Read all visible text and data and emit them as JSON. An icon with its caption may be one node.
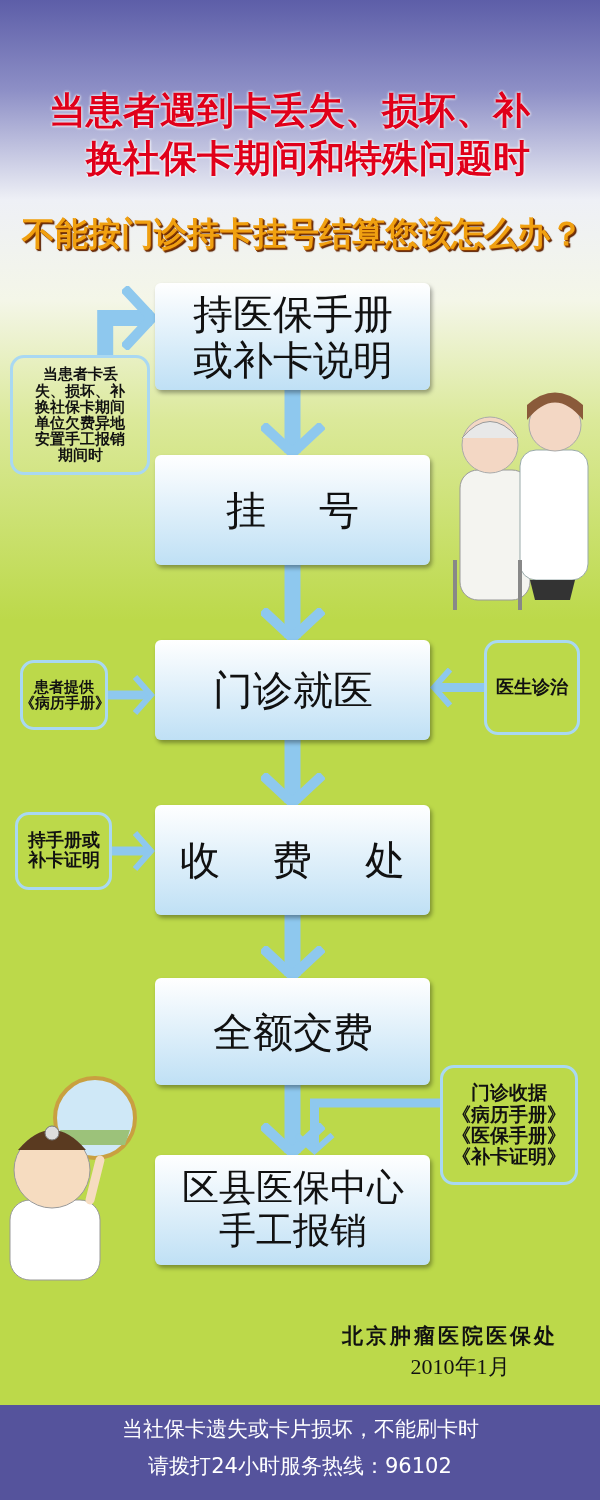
{
  "diagram": {
    "title": "当患者遇到卡丢失、损坏、补换社保卡期间和特殊问题时",
    "nodes": [
      {
        "text": [
          "持医保手册或补卡说明"
        ]
      },
      {
        "text": [
          "挂 号"
        ]
      },
      {
        "text": [
          "门诊就医"
        ]
      },
      {
        "text": [
          "收 费 处"
        ]
      },
      {
        "text": [
          "全额交费"
        ]
      },
      {
        "text": [
          "区县医保中心手工报销"
        ]
      },
      {
        "text": [
          "当患者卡丢失、损坏、补换社保卡期间单位欠费异地安置手工报销期间时"
        ]
      },
      {
        "text": [
          "患者提供《病历手册》"
        ]
      },
      {
        "text": [
          "医生诊治"
        ]
      },
      {
        "text": [
          "持手册或补卡证明"
        ]
      },
      {
        "text": [
          "门诊收据《病历手册》《医保手册》《补卡证明》"
        ]
      }
    ],
    "edges": [
      {
        "from": 0,
        "to": 1,
        "arrow": "to"
      },
      {
        "from": 1,
        "to": 2,
        "arrow": "to"
      },
      {
        "from": 2,
        "to": 3,
        "arrow": "to"
      },
      {
        "from": 3,
        "to": 4,
        "arrow": "to"
      },
      {
        "from": 4,
        "to": 5,
        "arrow": "to"
      },
      {
        "from": 6,
        "to": 0,
        "arrow": "to"
      },
      {
        "from": 7,
        "to": 2,
        "arrow": "to"
      },
      {
        "from": 8,
        "to": 2,
        "arrow": "to"
      },
      {
        "from": 9,
        "to": 3,
        "arrow": "to"
      },
      {
        "from": 10,
        "to": 5,
        "arrow": "to"
      }
    ],
    "labels": [
      "不能按门诊持卡挂号结算您该怎么办？",
      "北京肿瘤医院医保处",
      "2010年1月",
      "当社保卡遗失或卡片损坏，不能刷卡时",
      "请拨打24小时服务热线：96102"
    ]
  }
}
